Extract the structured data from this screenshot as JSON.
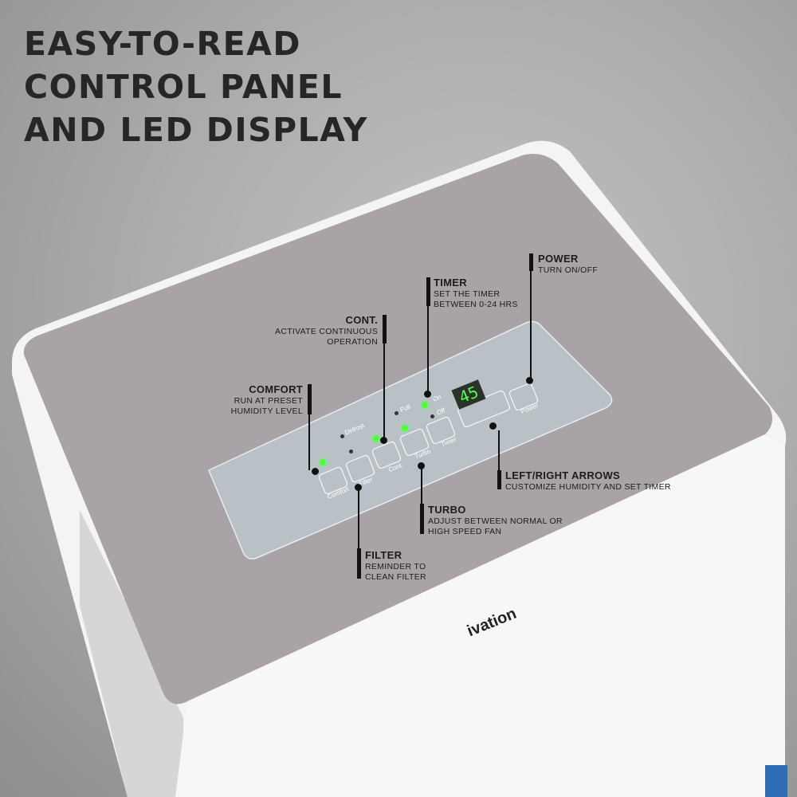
{
  "headline": [
    "EASY-TO-READ",
    "CONTROL PANEL",
    "AND LED DISPLAY"
  ],
  "brand": "ivation",
  "display_value": "45",
  "panel_labels": {
    "defrost": "Defrost",
    "full": "Full",
    "on": "On",
    "off": "Off",
    "comfort": "Comfort",
    "filter": "Filter",
    "cont": "Cont.",
    "turbo": "Turbo",
    "timer": "Timer",
    "power": "Power"
  },
  "callouts": {
    "power": {
      "title": "POWER",
      "desc": "TURN ON/OFF"
    },
    "timer": {
      "title": "TIMER",
      "desc": "SET THE TIMER BETWEEN 0-24 HRS"
    },
    "cont": {
      "title": "CONT.",
      "desc": "ACTIVATE CONTINUOUS OPERATION"
    },
    "comfort": {
      "title": "COMFORT",
      "desc": "RUN AT PRESET HUMIDITY LEVEL"
    },
    "arrows": {
      "title": "LEFT/RIGHT ARROWS",
      "desc": "CUSTOMIZE HUMIDITY AND SET TIMER"
    },
    "turbo": {
      "title": "TURBO",
      "desc": "ADJUST BETWEEN NORMAL OR HIGH SPEED FAN"
    },
    "filter": {
      "title": "FILTER",
      "desc": "REMINDER TO CLEAN FILTER"
    }
  },
  "colors": {
    "led": "#4cff3a",
    "panel": "#a9a3a8"
  }
}
